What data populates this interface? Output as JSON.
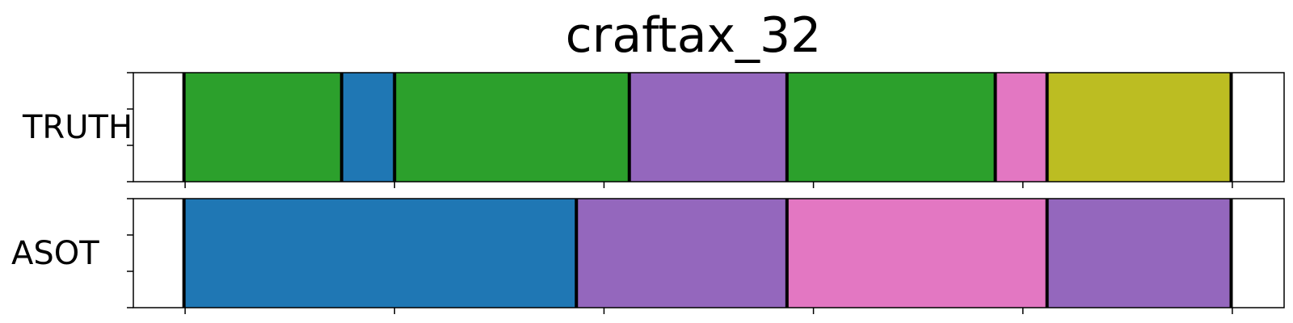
{
  "chart_data": {
    "type": "segmentation",
    "title": "craftax_32",
    "x_range": [
      0,
      1
    ],
    "rows": [
      {
        "label": "TRUTH",
        "segments": [
          {
            "start": 0.044,
            "end": 0.181,
            "color": "#2ca02c"
          },
          {
            "start": 0.181,
            "end": 0.227,
            "color": "#1f77b4"
          },
          {
            "start": 0.227,
            "end": 0.431,
            "color": "#2ca02c"
          },
          {
            "start": 0.431,
            "end": 0.568,
            "color": "#9467bd"
          },
          {
            "start": 0.568,
            "end": 0.749,
            "color": "#2ca02c"
          },
          {
            "start": 0.749,
            "end": 0.794,
            "color": "#e377c2"
          },
          {
            "start": 0.794,
            "end": 0.954,
            "color": "#bcbd22"
          }
        ]
      },
      {
        "label": "ASOT",
        "segments": [
          {
            "start": 0.044,
            "end": 0.385,
            "color": "#1f77b4"
          },
          {
            "start": 0.385,
            "end": 0.568,
            "color": "#9467bd"
          },
          {
            "start": 0.568,
            "end": 0.794,
            "color": "#e377c2"
          },
          {
            "start": 0.794,
            "end": 0.954,
            "color": "#9467bd"
          }
        ]
      }
    ],
    "x_ticks": [
      0.045,
      0.227,
      0.409,
      0.591,
      0.773,
      0.955
    ],
    "y_ticks_per_row": 4,
    "x_tick_labels_shown": false,
    "y_tick_labels_shown": false
  }
}
